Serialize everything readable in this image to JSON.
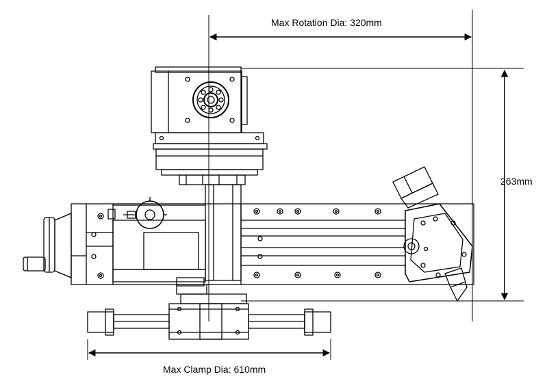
{
  "dimensions": {
    "max_rotation": "Max Rotation Dia: 320mm",
    "height": "263mm",
    "max_clamp": "Max Clamp Dia: 610mm"
  },
  "colors": {
    "line": "#000000",
    "background": "#ffffff"
  }
}
